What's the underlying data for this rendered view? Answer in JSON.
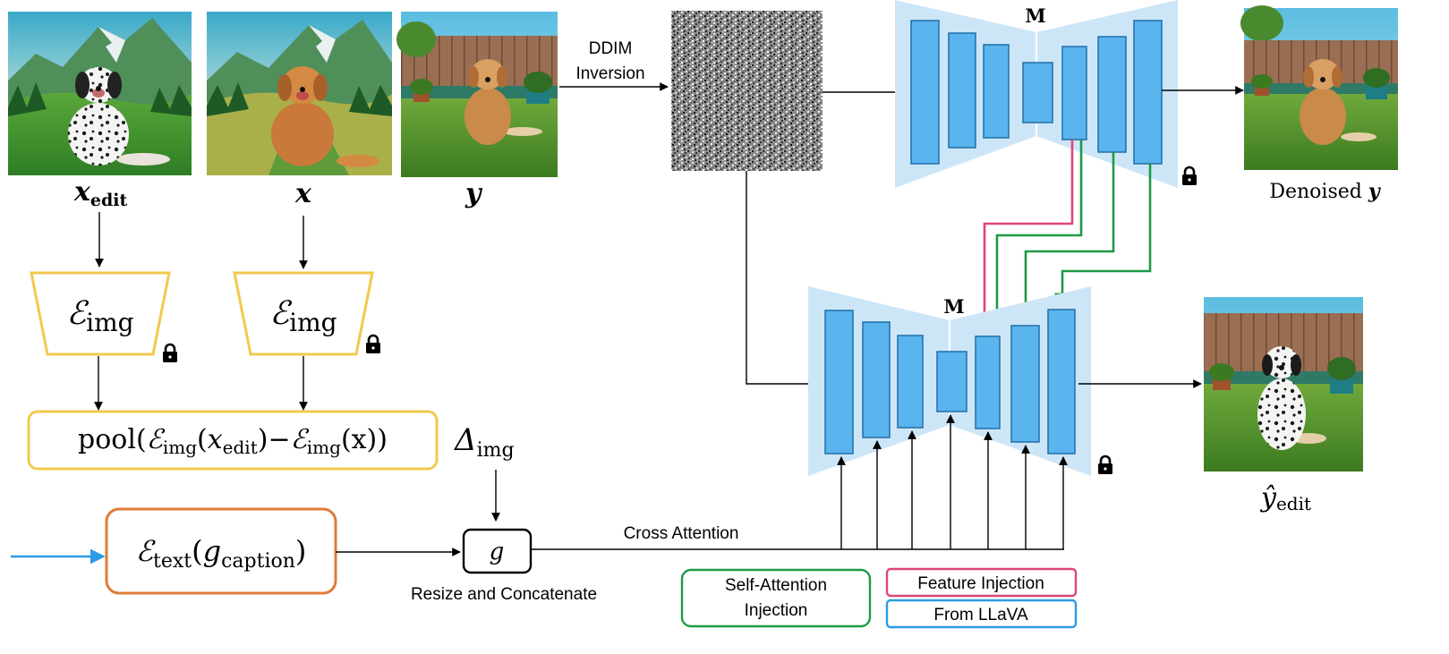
{
  "images": {
    "x_edit": {
      "label": "x",
      "sub": "edit",
      "description": "spotted dalmatian sitting in mountain meadow"
    },
    "x": {
      "label": "x",
      "description": "golden retriever sitting in mountain meadow"
    },
    "y": {
      "label": "y",
      "description": "golden retriever sitting on lawn by wooden fence"
    },
    "denoised": {
      "label_prefix": "Denoised ",
      "label_var": "y"
    },
    "y_hat_edit": {
      "label": "ŷ",
      "sub": "edit"
    }
  },
  "ddim": {
    "line1": "DDIM",
    "line2": "Inversion"
  },
  "unet_top": {
    "label": "M"
  },
  "unet_bottom": {
    "label": "M"
  },
  "encoder_left": {
    "sym": "ℰ",
    "sub": "img"
  },
  "encoder_right": {
    "sym": "ℰ",
    "sub": "img"
  },
  "pool": {
    "pre": "pool(",
    "enc1": "ℰ",
    "enc1_sub": "img",
    "arg1_open": "(",
    "arg1_var": "x",
    "arg1_sub": "edit",
    "arg1_close": ")",
    "minus": "−",
    "enc2": "ℰ",
    "enc2_sub": "img",
    "arg2": "(x))"
  },
  "delta": {
    "sym": "Δ",
    "sub": "img"
  },
  "text_encoder": {
    "sym": "ℰ",
    "sub": "text",
    "open": "(",
    "var": "g",
    "var_sub": "caption",
    "close": ")"
  },
  "g_box": {
    "label": "g"
  },
  "resize_label": "Resize and Concatenate",
  "cross_attention_label": "Cross Attention",
  "legend": {
    "self_attention_line1": "Self-Attention",
    "self_attention_line2": "Injection",
    "feature_injection": "Feature Injection",
    "from_llava": "From LLaVA"
  },
  "colors": {
    "unet_bg": "#cde6f7",
    "unet_block": "#5ab4ee",
    "unet_block_border": "#1f6fa8",
    "encoder_border": "#f2c94c",
    "text_encoder_border": "#e07b39",
    "feature_injection": "#e0457b",
    "self_attention": "#1e9a45",
    "llava_arrow": "#2b9be6"
  },
  "icons": [
    "lock-icon",
    "lock-icon",
    "lock-icon",
    "lock-icon"
  ]
}
